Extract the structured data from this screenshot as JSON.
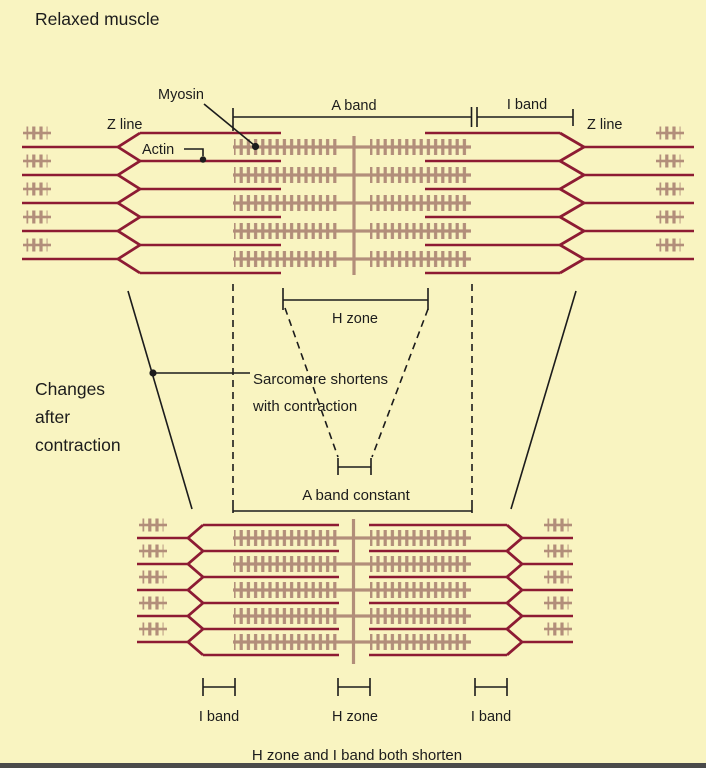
{
  "colors": {
    "background": "#F9F4C1",
    "actin": "#8D1B33",
    "myosin": "#B28E7A",
    "ink": "#1c1c1c",
    "bottom_strip": "#4a4a4a"
  },
  "header": {
    "title": "Relaxed muscle"
  },
  "relaxed_diagram": {
    "myosin_label": "Myosin",
    "z_line_left_label": "Z line",
    "actin_label": "Actin",
    "a_band_label": "A band",
    "i_band_label": "I band",
    "z_line_right_label": "Z line",
    "h_zone_label": "H zone"
  },
  "transition": {
    "changes_line1": "Changes",
    "changes_line2": "after",
    "changes_line3": "contraction",
    "note_line1": "Sarcomere shortens",
    "note_line2": "with contraction",
    "a_band_constant_label": "A band constant"
  },
  "contracted_diagram": {
    "i_band_left_label": "I band",
    "h_zone_label": "H zone",
    "i_band_right_label": "I band"
  },
  "caption": "H zone and I band both shorten"
}
